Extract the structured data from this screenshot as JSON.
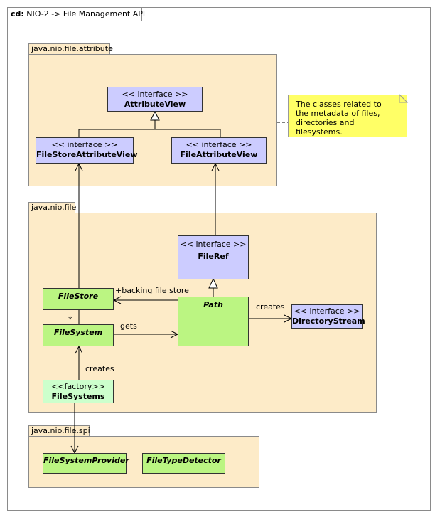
{
  "frame": {
    "prefix": "cd:",
    "title": "NIO-2 -> File Management API"
  },
  "packages": {
    "attribute": "java.nio.file.attribute",
    "file": "java.nio.file",
    "spi": "java.nio.file.spi"
  },
  "classes": {
    "attribute_view": {
      "stereotype": "<< interface >>",
      "name": "AttributeView"
    },
    "filestore_attrview": {
      "stereotype": "<< interface >>",
      "name": "FileStoreAttributeView"
    },
    "file_attrview": {
      "stereotype": "<< interface >>",
      "name": "FileAttributeView"
    },
    "fileref": {
      "stereotype": "<< interface >>",
      "name": "FileRef"
    },
    "filestore": {
      "name": "FileStore"
    },
    "path": {
      "name": "Path"
    },
    "directory_stream": {
      "stereotype": "<< interface >>",
      "name": "DirectoryStream"
    },
    "filesystem": {
      "name": "FileSystem"
    },
    "filesystems": {
      "stereotype": "<<factory>>",
      "name": "FileSystems"
    },
    "filesystem_provider": {
      "name": "FileSystemProvider"
    },
    "filetype_detector": {
      "name": "FileTypeDetector"
    }
  },
  "note": {
    "line1": "The classes related to",
    "line2": "the metadata of files,",
    "line3": "directories and filesystems."
  },
  "labels": {
    "backing": "+backing file store",
    "creates_dir": "creates",
    "gets": "gets",
    "creates_fs": "creates",
    "multiplicity": "*"
  }
}
